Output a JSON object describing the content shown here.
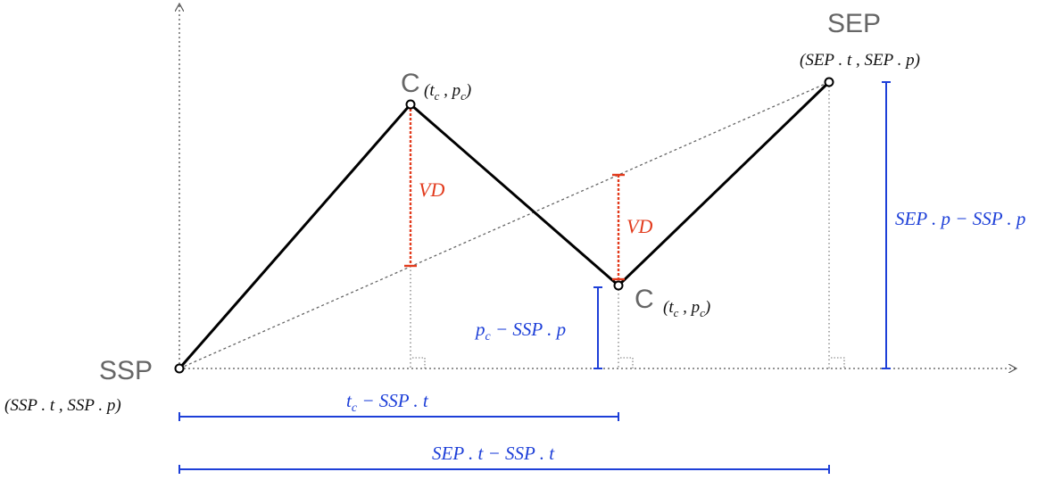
{
  "colors": {
    "main_line": "#000000",
    "axis": "#555555",
    "dotted": "#666666",
    "blue": "#1d3fd8",
    "red": "#e23a1c",
    "point_label": "#666666"
  },
  "points": {
    "ssp": {
      "name": "SSP",
      "coord": "(SSP . t , SSP . p)"
    },
    "sep": {
      "name": "SEP",
      "coord": "(SEP . t , SEP . p)"
    },
    "c1": {
      "name": "C",
      "coord": "(t",
      "coord_end": " , p",
      "coord_close": ")",
      "sub": "c"
    },
    "c2": {
      "name": "C",
      "coord": "(t",
      "coord_end": " , p",
      "coord_close": ")",
      "sub": "c"
    }
  },
  "measures": {
    "vd1": "VD",
    "vd2": "VD",
    "pc_minus": "p",
    "pc_minus_sub": "c",
    "pc_minus_rest": " − SSP . p",
    "sep_p": "SEP . p − SSP . p",
    "tc_minus": "t",
    "tc_minus_sub": "c",
    "tc_minus_rest": " − SSP . t",
    "sep_t": "SEP . t − SSP . t"
  }
}
